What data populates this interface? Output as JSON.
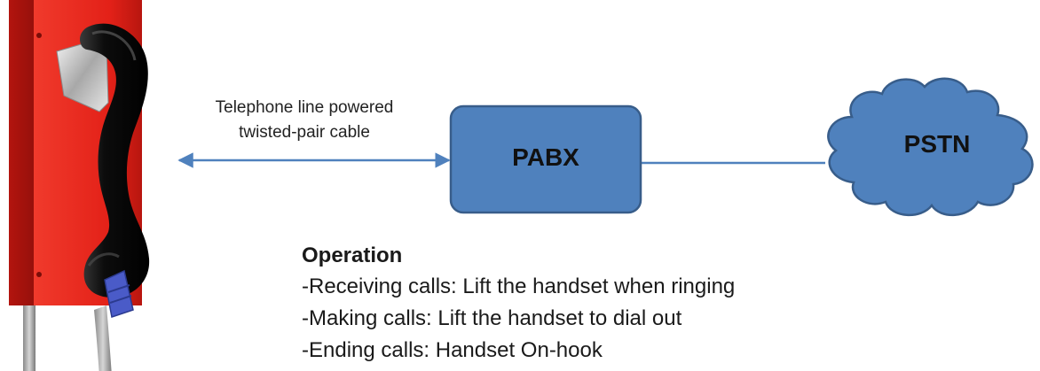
{
  "connection": {
    "label_line1": "Telephone line powered",
    "label_line2": "twisted-pair cable"
  },
  "pabx": {
    "label": "PABX",
    "fill": "#4f81bd",
    "stroke": "#385d8a"
  },
  "pstn": {
    "label": "PSTN",
    "fill": "#4f81bd",
    "stroke": "#385d8a"
  },
  "operation": {
    "heading": "Operation",
    "items": [
      "-Receiving calls: Lift the handset when ringing",
      "-Making calls: Lift the handset to dial out",
      "-Ending calls: Handset On-hook"
    ]
  },
  "phone": {
    "body_color": "#e8241c",
    "handset_color": "#111111",
    "cord_color": "#4a5bc8"
  },
  "line_color": "#4f81bd"
}
